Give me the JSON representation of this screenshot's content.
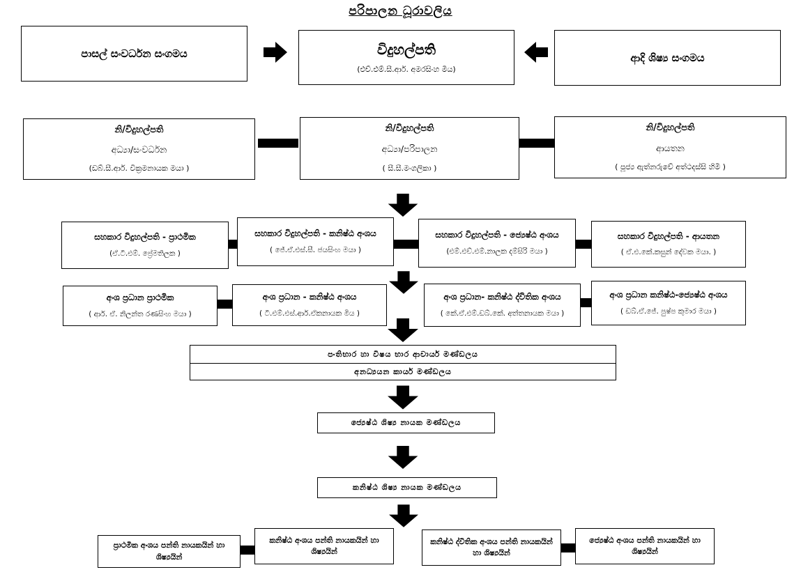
{
  "title": "පරිපාලන ධූරාවලිය",
  "row1": {
    "school_dev_society": "පාසල් සංවර්ධන සංගමය",
    "principal_title": "විදුහල්පති",
    "principal_name": "(එච්.එම්.සී.ආර්. අමරසිංහ මිය)",
    "old_students_assoc": "ආදි ශිෂ්‍ය සංගමය"
  },
  "deputies": [
    {
      "title": "නි/විදුහල්පති",
      "role": "අධ්‍යා/සංවර්ධන",
      "name": "(ඩබ්.සී.ආර්. වික්‍රමනායක මයා )"
    },
    {
      "title": "නි/විදුහල්පති",
      "role": "අධ්‍යා/පරිපාලන",
      "name": "( සී.සී.මංගලිකා )"
    },
    {
      "title": "නි/විදුහල්පති",
      "role": "ආයතන",
      "name": "( පූජ්‍ය ඇත්නරුවේ අත්ථදස්සි හිමි )"
    }
  ],
  "assistants": [
    {
      "title": "සහකාර විදුහල්පති - ප්‍රාථමික",
      "name": "(ඒ.ටී.එම්. ප්‍රේමතිලක )"
    },
    {
      "title": "සහකාර විදුහල්පති - කනිෂ්ඨ අංශය",
      "name": "( ජේ.ඒ.එස්.සී. ජයසිංහ මයා )"
    },
    {
      "title": "සහකාර විදුහල්පති - ජ්‍යෙෂ්ඨ අංශය",
      "name": "(එම්.එච්.එම්.නාලක දම්සිරි මයා )"
    },
    {
      "title": "සහකාර විදුහල්පති - ආයතන",
      "name": "( ඒ.එ.කේ.කසුන් දේවක මයා. )"
    }
  ],
  "section_heads": [
    {
      "title": "අංශ ප්‍රධාන ප්‍රාථමික",
      "name": "( ආර්. ඒ. නිලන්ත රණසිංහ මයා )"
    },
    {
      "title": "අංශ ප්‍රධාන - කනිෂ්ඨ අංශය",
      "name": "( ටී.එම්.එස්.ආර්.ඒකනායක මිය )"
    },
    {
      "title": "අංශ ප්‍රධාන- කනිෂ්ඨ ද්විතික අංශය",
      "name": "( කේ.ඒ.එම්.ඩබ්.කේ. අත්තනායක මයා )"
    },
    {
      "title": "අංශ ප්‍රධාන කනිෂ්ඨ-ජ්‍යෙෂ්ඨ අංශය",
      "name": "( ඩබ්.ඒ.ජේ. පුෂ්ප කුමාර මයා )"
    }
  ],
  "staff_board": {
    "academic": "පංතිභාර හා විෂය භාර ආචාර්ය මණ්ඩලය",
    "non_academic": "අනධ්‍යයන කාර්ය මණ්ඩලය"
  },
  "senior_prefects": "ජ්‍යෙෂ්ඨ ශිෂ්‍ය නායක මණ්ඩලය",
  "junior_prefects": "කනිෂ්ඨ ශිෂ්‍ය නායක මණ්ඩලය",
  "bottom": [
    "ප්‍රාථමික අංශය පන්ති නායකයින් හා ශිෂ්‍යයින්",
    "කනිෂ්ඨ අංශය පන්ති නායකයින් හා ශිෂ්‍යයින්",
    "කනිෂ්ඨ ද්විතික අංශය පන්ති නායකයින් හා ශිෂ්‍යයින්",
    "ජ්‍යෙෂ්ඨ අංශය පන්ති නායකයින් හා ශිෂ්‍යයින්"
  ],
  "colors": {
    "box_border": "#000000",
    "arrow": "#000000",
    "background": "#ffffff"
  }
}
